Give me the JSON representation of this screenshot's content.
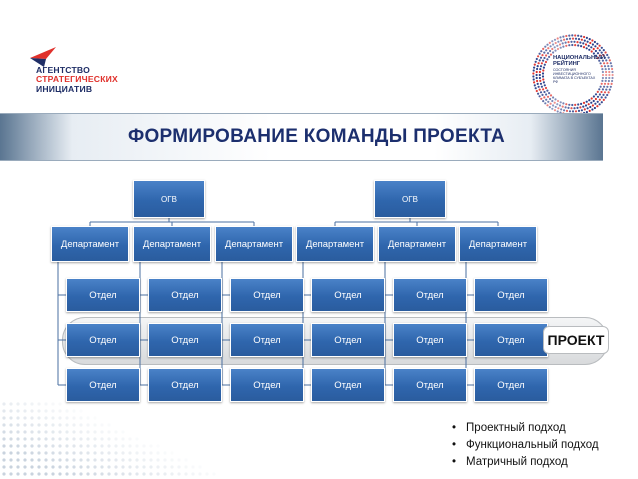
{
  "header": {
    "agency_logo": {
      "line1": "АГЕНТСТВО",
      "line2": "СТРАТЕГИЧЕСКИХ",
      "line3": "ИНИЦИАТИВ"
    },
    "rating_logo": {
      "line1": "НАЦИОНАЛЬНЫЙ",
      "line2": "РЕЙТИНГ",
      "line3": "СОСТОЯНИЯ ИНВЕСТИЦИОННОГО КЛИМАТА В СУБЪЕКТАХ РФ"
    }
  },
  "title": "ФОРМИРОВАНИЕ КОМАНДЫ ПРОЕКТА",
  "org_chart": {
    "top_units": [
      "ОГВ",
      "ОГВ"
    ],
    "departments": [
      "Департамент",
      "Департамент",
      "Департамент",
      "Департамент",
      "Департамент",
      "Департамент"
    ],
    "unit_rows": [
      [
        "Отдел",
        "Отдел",
        "Отдел",
        "Отдел",
        "Отдел",
        "Отдел"
      ],
      [
        "Отдел",
        "Отдел",
        "Отдел",
        "Отдел",
        "Отдел",
        "Отдел"
      ],
      [
        "Отдел",
        "Отдел",
        "Отдел",
        "Отдел",
        "Отдел",
        "Отдел"
      ]
    ]
  },
  "project_label": "ПРОЕКТ",
  "approaches": [
    "Проектный подход",
    "Функциональный подход",
    "Матричный подход"
  ],
  "colors": {
    "box_fill": "#2f66ad",
    "title_text": "#1c2f6e",
    "agency_red": "#e0312c",
    "agency_blue": "#1f2e66"
  }
}
